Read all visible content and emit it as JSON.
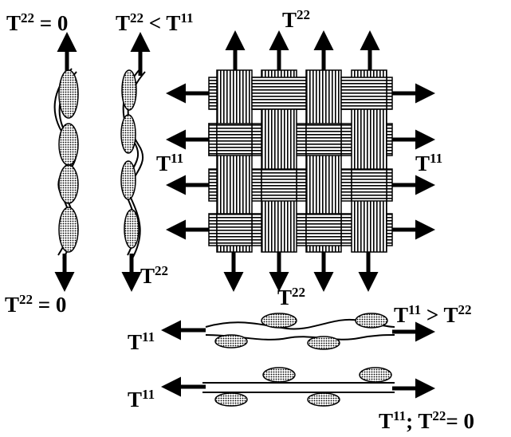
{
  "labels": {
    "top_left_a": {
      "base": "T",
      "sup": "22",
      "rest": " = 0"
    },
    "top_left_b": {
      "base": "T",
      "sup": "22",
      "rest": " < T",
      "sup2": "11"
    },
    "top_mid": {
      "base": "T",
      "sup": "22"
    },
    "left_mid": {
      "base": "T",
      "sup": "11"
    },
    "right_mid": {
      "base": "T",
      "sup": "11"
    },
    "bottom_left_b": {
      "base": "T",
      "sup": "22"
    },
    "bottom_left_a": {
      "base": "T",
      "sup": "22",
      "rest": " = 0"
    },
    "mid_bottom": {
      "base": "T",
      "sup": "22"
    },
    "right_upper": {
      "base": "T",
      "sup": "11",
      "rest": " > T",
      "sup2": "22"
    },
    "left_upper": {
      "base": "T",
      "sup": "11"
    },
    "left_lower": {
      "base": "T",
      "sup": "11"
    },
    "bottom_right": {
      "base": "T",
      "sup": "11",
      "rest": "; T",
      "sup2": "22",
      "rest2": "= 0"
    }
  }
}
